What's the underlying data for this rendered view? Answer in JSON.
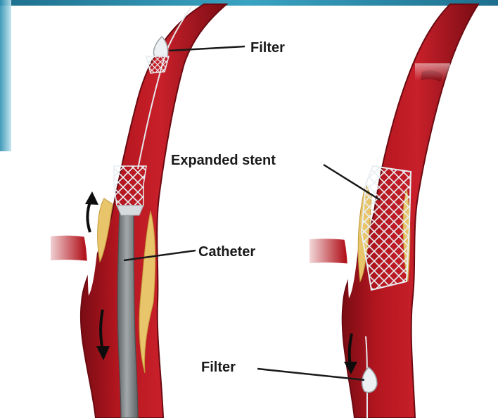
{
  "labels": {
    "filter_top": "Filter",
    "expanded_stent": "Expanded stent",
    "catheter": "Catheter",
    "filter_bottom": "Filter"
  },
  "colors": {
    "vessel_wall": "#8e0f18",
    "vessel_lumen": "#c41a24",
    "plaque": "#e8c56b",
    "catheter": "#7f8486",
    "mesh": "#e9eef2",
    "frame_accent": "#2a8aa8",
    "leader_line": "#1a1a1a"
  },
  "icons": [
    "flow-arrow-up-icon",
    "flow-arrow-down-icon"
  ]
}
